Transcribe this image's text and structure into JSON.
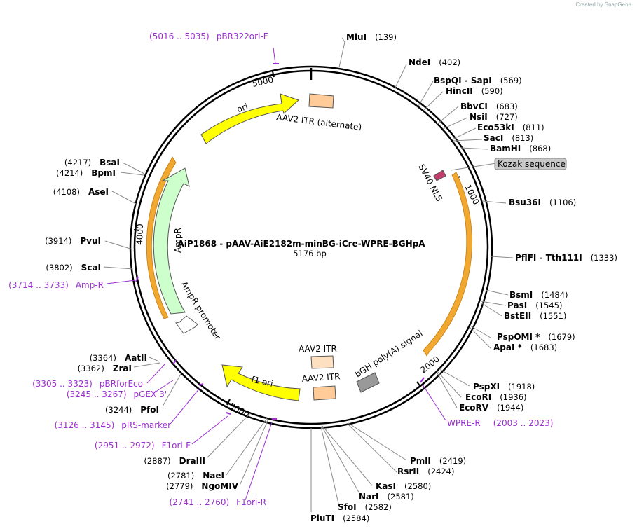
{
  "credit": "Created by SnapGene",
  "title": "AiP1868 - pAAV-AiE2182m-minBG-iCre-WPRE-BGHpA",
  "size_label": "5176 bp",
  "enzymes": [
    {
      "name": "MluI",
      "pos": "(139)"
    },
    {
      "name": "NdeI",
      "pos": "(402)"
    },
    {
      "name": "BspQI",
      "sep": " - ",
      "name2": "SapI",
      "pos": "(569)"
    },
    {
      "name": "HincII",
      "pos": "(590)"
    },
    {
      "name": "BbvCI",
      "pos": "(683)"
    },
    {
      "name": "NsiI",
      "pos": "(727)"
    },
    {
      "name": "Eco53kI",
      "pos": "(811)"
    },
    {
      "name": "SacI",
      "pos": "(813)"
    },
    {
      "name": "BamHI",
      "pos": "(868)"
    },
    {
      "name": "Bsu36I",
      "pos": "(1106)"
    },
    {
      "name": "PflFI",
      "sep": " - ",
      "name2": "Tth111I",
      "pos": "(1333)"
    },
    {
      "name": "BsmI",
      "pos": "(1484)"
    },
    {
      "name": "PasI",
      "pos": "(1545)"
    },
    {
      "name": "BstEII",
      "pos": "(1551)"
    },
    {
      "name": "PspOMI *",
      "pos": "(1679)"
    },
    {
      "name": "ApaI *",
      "pos": "(1683)"
    },
    {
      "name": "PspXI",
      "pos": "(1918)"
    },
    {
      "name": "EcoRI",
      "pos": "(1936)"
    },
    {
      "name": "EcoRV",
      "pos": "(1944)"
    },
    {
      "name": "PmlI",
      "pos": "(2419)"
    },
    {
      "name": "RsrII",
      "pos": "(2424)"
    },
    {
      "name": "KasI",
      "pos": "(2580)"
    },
    {
      "name": "NarI",
      "pos": "(2581)"
    },
    {
      "name": "SfoI",
      "pos": "(2582)"
    },
    {
      "name": "PluTI",
      "pos": "(2584)"
    },
    {
      "name": "DraIII",
      "pos": "(2887)"
    },
    {
      "name": "NaeI",
      "pos": "(2781)"
    },
    {
      "name": "NgoMIV",
      "pos": "(2779)"
    },
    {
      "name": "PfoI",
      "pos": "(3244)"
    },
    {
      "name": "ZraI",
      "pos": "(3362)"
    },
    {
      "name": "AatII",
      "pos": "(3364)"
    },
    {
      "name": "ScaI",
      "pos": "(3802)"
    },
    {
      "name": "PvuI",
      "pos": "(3914)"
    },
    {
      "name": "AseI",
      "pos": "(4108)"
    },
    {
      "name": "BpmI",
      "pos": "(4214)"
    },
    {
      "name": "BsaI",
      "pos": "(4217)"
    }
  ],
  "primers": [
    {
      "range": "(5016 .. 5035)",
      "name": "pBR322ori-F"
    },
    {
      "range": "(2003 .. 2023)",
      "name": "WPRE-R"
    },
    {
      "range": "(2741 .. 2760)",
      "name": "F1ori-R"
    },
    {
      "range": "(2951 .. 2972)",
      "name": "F1ori-F"
    },
    {
      "range": "(3126 .. 3145)",
      "name": "pRS-marker"
    },
    {
      "range": "(3245 .. 3267)",
      "name": "pGEX 3'"
    },
    {
      "range": "(3305 .. 3323)",
      "name": "pBRforEco"
    },
    {
      "range": "(3714 .. 3733)",
      "name": "Amp-R"
    }
  ],
  "features": {
    "ori": "ori",
    "aav2_itr_alt": "AAV2 ITR (alternate)",
    "sv40_nls": "SV40 NLS",
    "kozak": "Kozak sequence",
    "ampr": "AmpR",
    "ampr_promoter": "AmpR promoter",
    "f1_ori": "f1 ori",
    "aav2_itr_1": "AAV2 ITR",
    "aav2_itr_2": "AAV2 ITR",
    "bgh": "bGH poly(A) signal"
  },
  "ticks": [
    "1000",
    "2000",
    "3000",
    "4000",
    "5000"
  ],
  "colors": {
    "primer": "#9b2fd1",
    "ori": "#ffff00",
    "ampr": "#ccffcc",
    "itr": "#ffcc99",
    "itr_light": "#fde0c0",
    "bgh": "#999999",
    "orange_arc": "#f0a830",
    "nls": "#c23b6a"
  }
}
